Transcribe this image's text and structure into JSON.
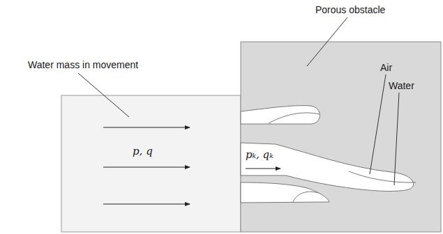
{
  "diagram": {
    "labels": [
      "Porous obstacle",
      "Water mass in movement",
      "Air",
      "Water",
      "p, q",
      "pₖ, qₖ"
    ]
  }
}
